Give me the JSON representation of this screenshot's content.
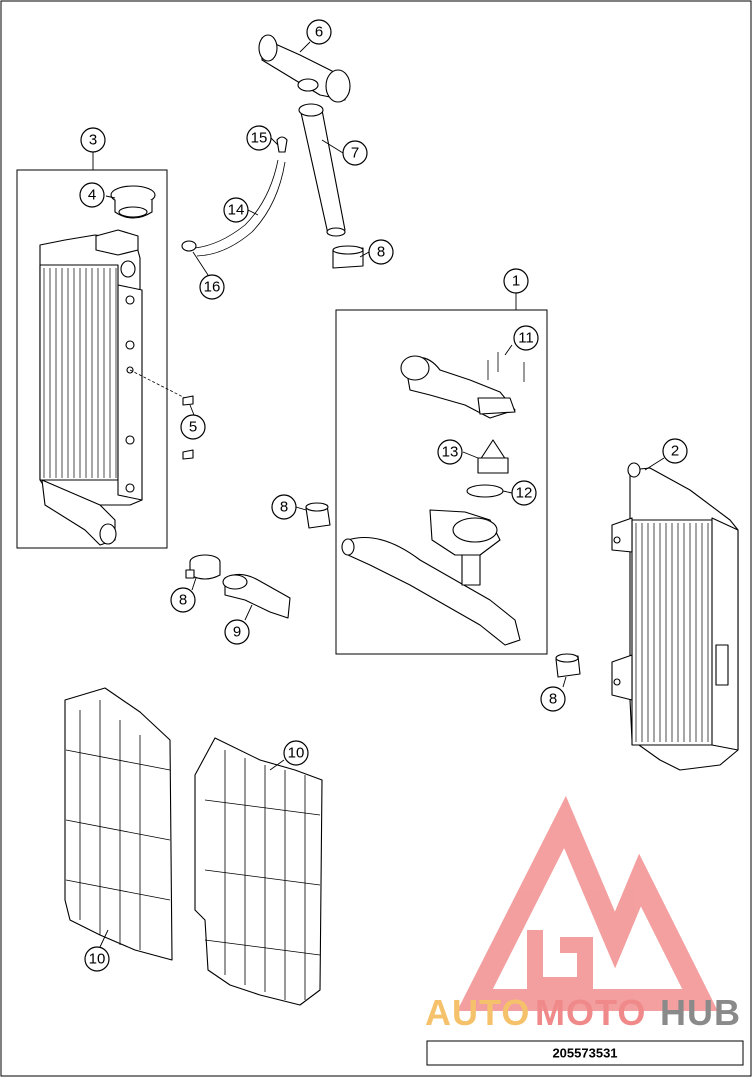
{
  "callouts": [
    {
      "id": "c1",
      "label": "1"
    },
    {
      "id": "c2",
      "label": "2"
    },
    {
      "id": "c3",
      "label": "3"
    },
    {
      "id": "c4",
      "label": "4"
    },
    {
      "id": "c5",
      "label": "5"
    },
    {
      "id": "c6",
      "label": "6"
    },
    {
      "id": "c7",
      "label": "7"
    },
    {
      "id": "c8a",
      "label": "8"
    },
    {
      "id": "c8b",
      "label": "8"
    },
    {
      "id": "c8c",
      "label": "8"
    },
    {
      "id": "c8d",
      "label": "8"
    },
    {
      "id": "c9",
      "label": "9"
    },
    {
      "id": "c10a",
      "label": "10"
    },
    {
      "id": "c10b",
      "label": "10"
    },
    {
      "id": "c11",
      "label": "11"
    },
    {
      "id": "c12",
      "label": "12"
    },
    {
      "id": "c13",
      "label": "13"
    },
    {
      "id": "c14",
      "label": "14"
    },
    {
      "id": "c15",
      "label": "15"
    },
    {
      "id": "c16",
      "label": "16"
    }
  ],
  "watermark": {
    "part1": "AUTO",
    "part2": "MOTO",
    "part3": "HUB",
    "colors": {
      "auto": "#f5c26b",
      "moto": "#f08a8a",
      "hub": "#8a8a8a",
      "logo": "#f08080"
    }
  },
  "diagram_code": "205573531"
}
